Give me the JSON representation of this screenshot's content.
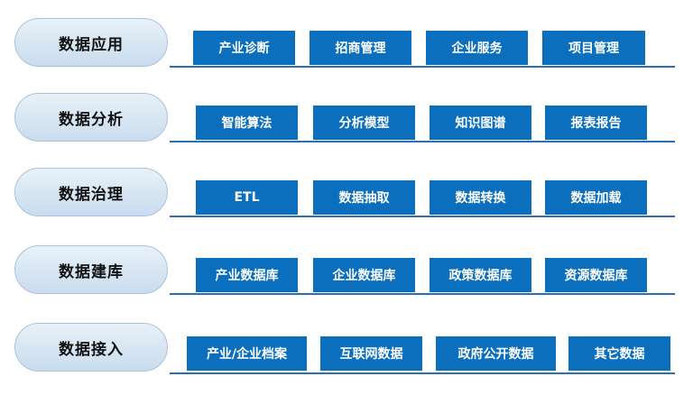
{
  "layers": [
    {
      "label": "数据应用",
      "items": [
        "产业诊断",
        "招商管理",
        "企业服务",
        "项目管理"
      ]
    },
    {
      "label": "数据分析",
      "items": [
        "智能算法",
        "分析模型",
        "知识图谱",
        "报表报告"
      ]
    },
    {
      "label": "数据治理",
      "items": [
        "ETL",
        "数据抽取",
        "数据转换",
        "数据加载"
      ]
    },
    {
      "label": "数据建库",
      "items": [
        "产业数据库",
        "企业数据库",
        "政策数据库",
        "资源数据库"
      ]
    },
    {
      "label": "数据接入",
      "items": [
        "产业/企业档案",
        "互联网数据",
        "政府公开数据",
        "其它数据"
      ]
    }
  ],
  "colors": {
    "box_fill": "#0c6fbe",
    "pill_fill": "#d6e6f3",
    "line": "#2b6fb4"
  }
}
